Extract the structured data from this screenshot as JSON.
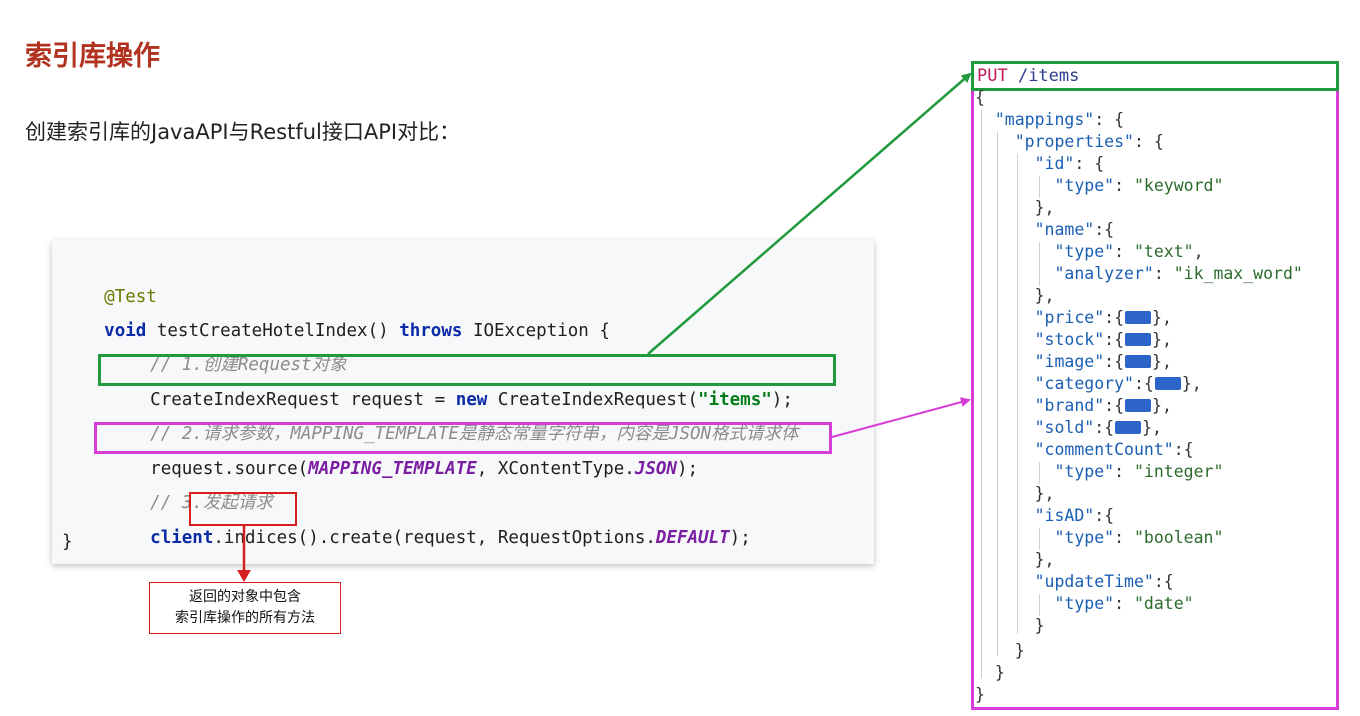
{
  "slide": {
    "title": "索引库操作",
    "subtitle": "创建索引库的JavaAPI与Restful接口API对比："
  },
  "code": {
    "annotation": "@Test",
    "signature": {
      "void_kw": "void",
      "method": " testCreateHotelIndex() ",
      "throws_kw": "throws",
      "exception": " IOException {"
    },
    "comment1": "// 1.创建Request对象",
    "line_create": {
      "left": "CreateIndexRequest request = ",
      "new_kw": "new",
      "ctor": " CreateIndexRequest(",
      "arg": "\"items\"",
      "end": ");"
    },
    "comment2": "// 2.请求参数，MAPPING_TEMPLATE是静态常量字符串，内容是JSON格式请求体",
    "line_source": {
      "start": "request.source(",
      "const1": "MAPPING_TEMPLATE",
      "mid": ", XContentType.",
      "const2": "JSON",
      "end": ");"
    },
    "comment3": "// 3.发起请求",
    "line_client": {
      "client": "client",
      "dot": ".",
      "indices": "indices()",
      "create": ".create(request, RequestOptions.",
      "const": "DEFAULT",
      "end": ");"
    },
    "closing": "}"
  },
  "callout": {
    "line1": "返回的对象中包含",
    "line2": "索引库操作的所有方法"
  },
  "json_request": {
    "method": "PUT",
    "path": " /items",
    "lines": {
      "l0": "{",
      "l1_key": "\"mappings\"",
      "l1_rest": ": {",
      "l2_key": "\"properties\"",
      "l2_rest": ": {",
      "l3_key": "\"id\"",
      "l3_rest": ": {",
      "l4_key": "\"type\"",
      "l4_sep": ": ",
      "l4_val": "\"keyword\"",
      "l5": "},",
      "l6_key": "\"name\"",
      "l6_rest": ":{",
      "l7_key": "\"type\"",
      "l7_sep": ": ",
      "l7_val": "\"text\"",
      "l7_end": ",",
      "l8_key": "\"analyzer\"",
      "l8_sep": ": ",
      "l8_val": "\"ik_max_word\"",
      "l9": "},",
      "price": "\"price\"",
      "stock": "\"stock\"",
      "image": "\"image\"",
      "category": "\"category\"",
      "brand": "\"brand\"",
      "sold": "\"sold\"",
      "collapsed_open": ":{",
      "collapsed_close": "},",
      "cc_key": "\"commentCount\"",
      "cc_rest": ":{",
      "cc_type_key": "\"type\"",
      "cc_type_sep": ": ",
      "cc_type_val": "\"integer\"",
      "l_close1": "},",
      "isad_key": "\"isAD\"",
      "isad_rest": ":{",
      "isad_type_key": "\"type\"",
      "isad_type_sep": ": ",
      "isad_type_val": "\"boolean\"",
      "l_close2": "},",
      "ut_key": "\"updateTime\"",
      "ut_rest": ":{",
      "ut_type_key": "\"type\"",
      "ut_type_sep": ": ",
      "ut_type_val": "\"date\"",
      "l_close3": "}",
      "l_close4": "}",
      "l_close5": "}",
      "l_close6": "}"
    }
  },
  "colors": {
    "title": "#b0321f",
    "highlight_green": "#1f9a3c",
    "highlight_magenta": "#d63cd6",
    "highlight_red": "#d42020",
    "collapsed_pill": "#2c64c8"
  }
}
